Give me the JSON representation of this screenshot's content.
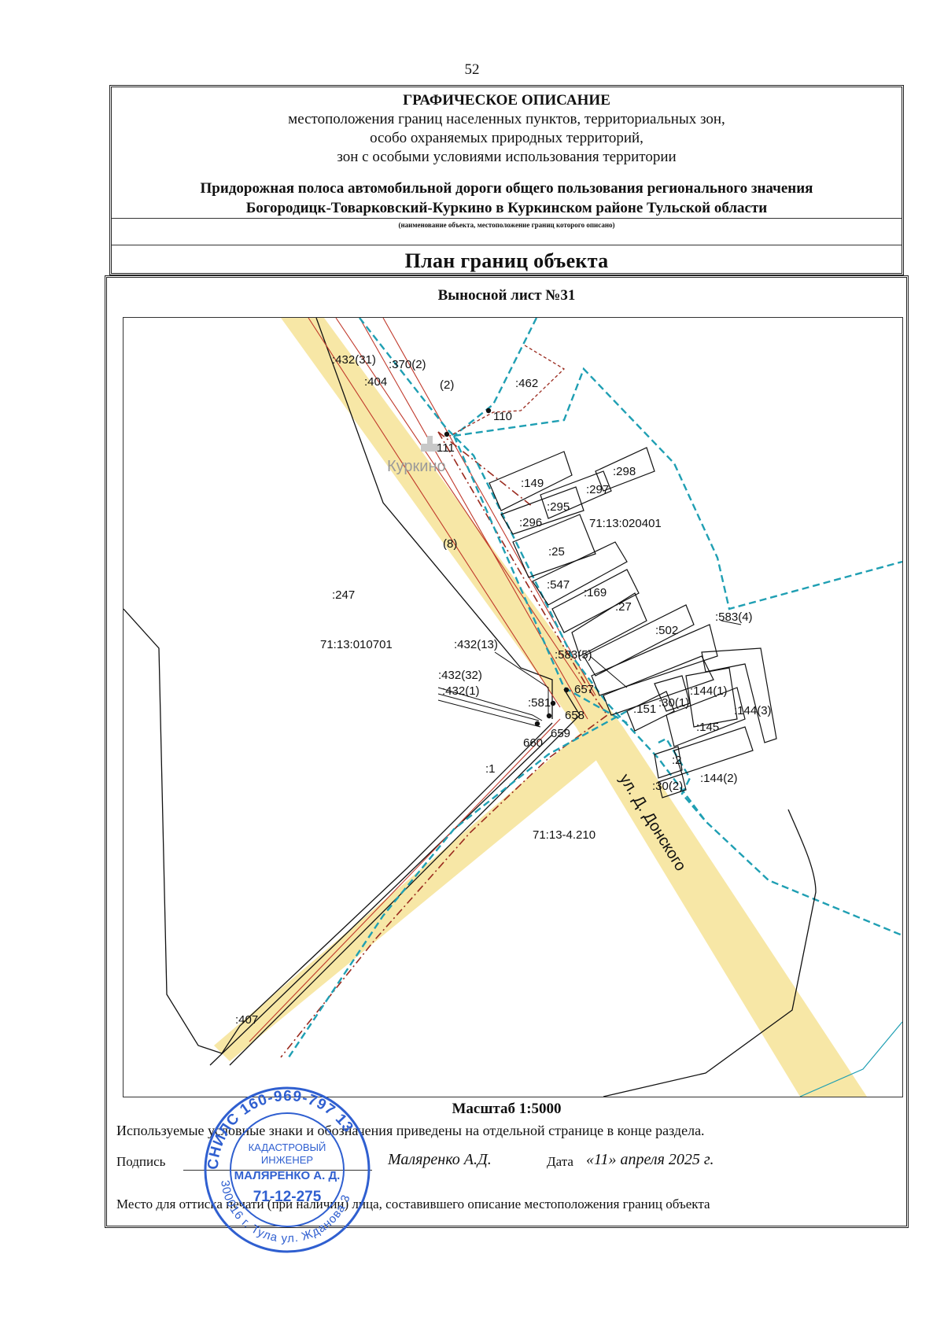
{
  "page_number": "52",
  "header": {
    "title": "ГРАФИЧЕСКОЕ ОПИСАНИЕ",
    "subtitle_lines": [
      "местоположения границ населенных пунктов, территориальных зон,",
      "особо охраняемых природных территорий,",
      "зон с особыми условиями использования территории"
    ],
    "object_name_lines": [
      "Придорожная полоса автомобильной дороги общего пользования регионального значения",
      "Богородицк-Товарковский-Куркино в Куркинском районе Тульской области"
    ],
    "object_caption": "(наименование объекта, местоположение границ которого описано)",
    "plan_title": "План границ объекта"
  },
  "sheet_title": "Выносной лист №31",
  "map": {
    "settlement_label": "Куркино",
    "street_label": "ул. Д. Донского",
    "labels": {
      "l432_31": ":432(31)",
      "l370_2": ":370(2)",
      "l404": ":404",
      "l2": "(2)",
      "l462": ":462",
      "l110": "110",
      "l111": "111",
      "l149": ":149",
      "l297": ":297",
      "l298": ":298",
      "l295": ":295",
      "l296": ":296",
      "lq0401": "71:13:020401",
      "l25": ":25",
      "l8": "(8)",
      "l547": ":547",
      "l169": ":169",
      "l27": ":27",
      "l247": ":247",
      "lq0701": "71:13:010701",
      "l432_13": ":432(13)",
      "l502": ":502",
      "l583_4": ":583(4)",
      "l583_5": ":583(5)",
      "l432_32": ":432(32)",
      "l432_1": ":432(1)",
      "l657": "657",
      "l581": ":581",
      "l151": ":151",
      "l30_1": ":30(1)",
      "l144_1": ":144(1)",
      "l144_3": ":144(3)",
      "l658": "658",
      "l659": "659",
      "l660": "660",
      "l145": ":145",
      "lc2": ":2",
      "l30_2": ":30(2)",
      "l144_2": ":144(2)",
      "l1": ":1",
      "lzone": "71:13-4.210",
      "l407": ":407"
    }
  },
  "footer": {
    "scale": "Масштаб 1:5000",
    "legend_note": "Используемые условные знаки и обозначения приведены на отдельной странице в конце раздела.",
    "signature_label": "Подпись",
    "signer": "Маляренко А.Д.",
    "date_label": "Дата",
    "date_value": "«11» апреля 2025 г.",
    "stamp_note": "Место для оттиска печати (при наличии) лица, составившего описание местоположения границ объекта"
  },
  "stamp": {
    "outer_text": "СНИЛС 160-969-797 13",
    "lower_text": "300016 г. Тула ул. Жданова 3",
    "title_line1": "КАДАСТРОВЫЙ",
    "title_line2": "ИНЖЕНЕР",
    "name": "МАЛЯРЕНКО А. Д.",
    "phone": "71-12-275"
  },
  "colors": {
    "road_fill": "#f7e7a6",
    "boundary_cyan": "#1f9fb3",
    "boundary_red": "#9a2a1e",
    "parcel_line": "#c0392b",
    "stamp_blue": "#2f5fd0"
  }
}
